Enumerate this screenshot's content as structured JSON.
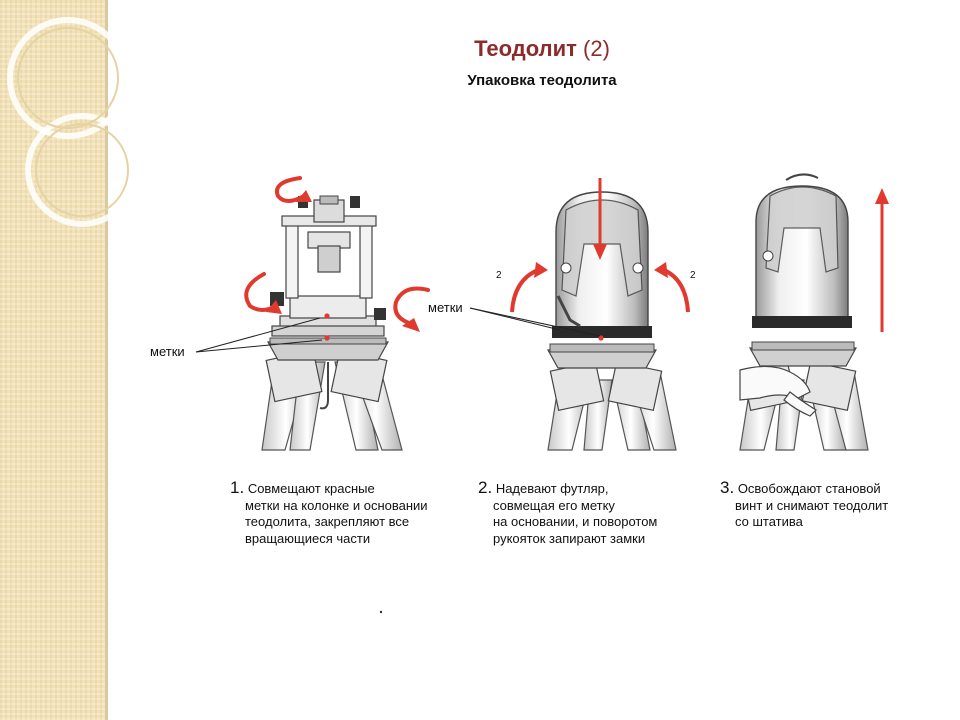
{
  "slide": {
    "title_bold": "Теодолит",
    "title_rest": " (2)",
    "subtitle": "Упаковка теодолита"
  },
  "labels": {
    "metki_left": "метки",
    "metki_mid": "метки",
    "rot_left": "2",
    "rot_right": "2"
  },
  "steps": [
    {
      "num": "1.",
      "lines": [
        "Совмещают красные",
        "метки на колонке и основании",
        "теодолита, закрепляют все",
        "вращающиеся части"
      ]
    },
    {
      "num": "2.",
      "lines": [
        "Надевают футляр,",
        "совмещая его метку",
        "на основании, и поворотом",
        "рукояток запирают замки"
      ]
    },
    {
      "num": "3.",
      "lines": [
        "Освобождают становой",
        "винт и снимают теодолит",
        "со штатива"
      ]
    }
  ],
  "colors": {
    "accent": "#e03a2f",
    "title": "#8c2b2b",
    "sidebar": "#f2e2b8"
  }
}
